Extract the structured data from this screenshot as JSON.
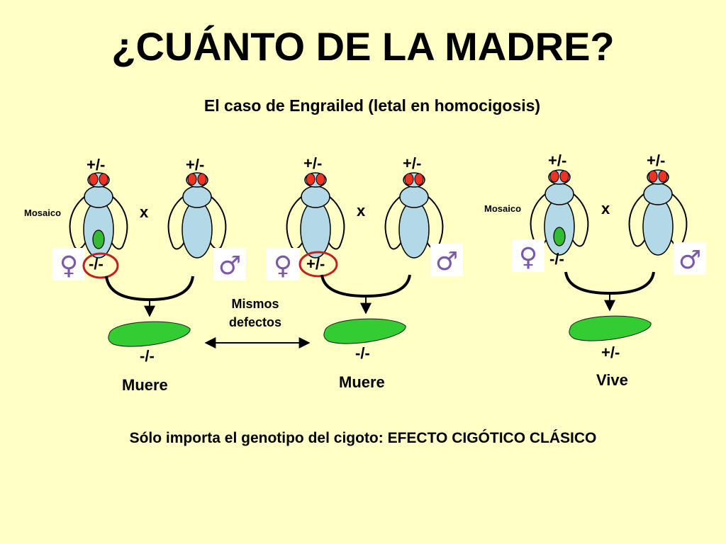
{
  "slide": {
    "title": "¿CUÁNTO DE LA MADRE?",
    "subtitle": "El caso de Engrailed (letal en homocigosis)",
    "footer": "Sólo importa el genotipo del cigoto: EFECTO CIGÓTICO CLÁSICO"
  },
  "crosses": [
    {
      "mother_genotype": "+/-",
      "mother_label": "Mosaico",
      "germline_genotype": "-/-",
      "father_genotype": "+/-",
      "cross_symbol": "x",
      "female_symbol": "♀",
      "male_symbol": "♂",
      "offspring_genotype": "-/-",
      "outcome": "Muere"
    },
    {
      "mother_genotype": "+/-",
      "germline_genotype": "+/-",
      "father_genotype": "+/-",
      "cross_symbol": "x",
      "female_symbol": "♀",
      "male_symbol": "♂",
      "offspring_genotype": "-/-",
      "outcome": "Muere"
    },
    {
      "mother_genotype": "+/-",
      "mother_label": "Mosaico",
      "germline_genotype": "-/-",
      "father_genotype": "+/-",
      "cross_symbol": "x",
      "female_symbol": "♀",
      "male_symbol": "♂",
      "offspring_genotype": "+/-",
      "outcome": "Vive"
    }
  ],
  "comparison_note": "Mismos defectos",
  "colors": {
    "background": "#ffffc6",
    "fly_body": "#b3d9e6",
    "fly_eye": "#ee3322",
    "germline_clone": "#33bb33",
    "embryo": "#33cc33",
    "highlight_ring": "#c02020",
    "sex_symbol": "#7a5aa8"
  }
}
